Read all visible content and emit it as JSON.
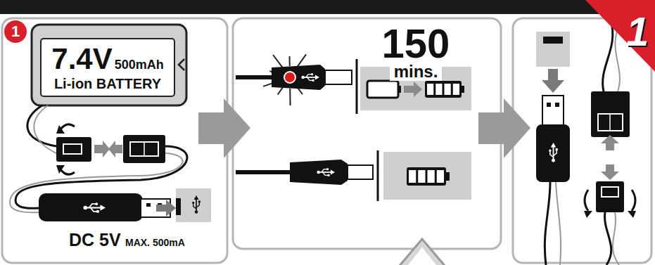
{
  "diagram": {
    "nodes": [
      {
        "text": [
          "7.4V",
          "500mAh",
          "Li-ion BATTERY"
        ]
      },
      {
        "text": [
          "150",
          "mins."
        ]
      }
    ],
    "labels": [
      "1",
      "DC 5V",
      "MAX. 500mA",
      "1"
    ]
  }
}
